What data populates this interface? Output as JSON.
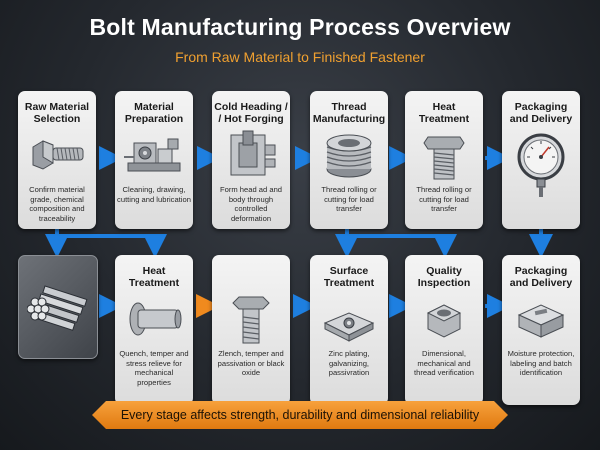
{
  "header": {
    "title": "Bolt Manufacturing Process Overview",
    "subtitle": "From Raw Material to Finished Fastener"
  },
  "row1": [
    {
      "title": "Raw Material Selection",
      "desc": "Confirm material grade, chemical composition and traceability",
      "icon": "bolt-icon"
    },
    {
      "title": "Material Preparation",
      "desc": "Cleaning, drawing, cutting and lubrication",
      "icon": "drawing-machine-icon"
    },
    {
      "title": "Cold Heading / / Hot Forging",
      "desc": "Form head ad and body through controlled deformation",
      "icon": "forging-die-icon"
    },
    {
      "title": "Thread Manufacturing",
      "desc": "Thread rolling or cutting for load transfer",
      "icon": "thread-nut-icon"
    },
    {
      "title": "Heat Treatment",
      "desc": "Thread rolling or cutting for load transfer",
      "icon": "threaded-bolt-icon"
    },
    {
      "title": "Packaging and Delivery",
      "desc": "",
      "icon": "gauge-icon"
    }
  ],
  "row2": [
    {
      "title": "",
      "desc": "",
      "icon": "steel-rods-icon"
    },
    {
      "title": "Heat Treatment",
      "desc": "Quench, temper and stress relieve for mechanical properties",
      "icon": "rivet-icon"
    },
    {
      "title": "",
      "desc": "Zlench, temper and passivation or black oxide",
      "icon": "hex-bolt-icon"
    },
    {
      "title": "Surface Treatment",
      "desc": "Zinc plating, galvanizing, passivration",
      "icon": "plated-block-icon"
    },
    {
      "title": "Quality Inspection",
      "desc": "Dimensional, mechanical and thread verification",
      "icon": "hex-nut-icon"
    },
    {
      "title": "Packaging and Delivery",
      "desc": "Moisture protection, labeling and batch identification",
      "icon": "package-box-icon"
    }
  ],
  "banner": {
    "text": "Every stage affects strength, durability and dimensional reliability"
  },
  "colors": {
    "accent_blue": "#1e7fe0",
    "orange": "#f08a1e",
    "title_orange": "#f0a030"
  }
}
